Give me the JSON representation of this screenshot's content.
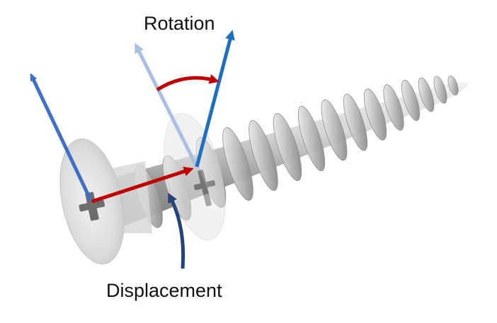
{
  "labels": {
    "rotation": "Rotation",
    "displacement": "Displacement"
  },
  "colors": {
    "background": "#ffffff",
    "arrow_blue": "#3f6fc7",
    "arrow_blue_dark": "#1f6fbf",
    "arrow_blue_faded": "#a9bfe2",
    "arrow_red": "#c00000",
    "pointer_navy": "#25427a",
    "screw_metal": "#c9c9c9",
    "screw_shadow": "#8d8d8d"
  },
  "icons": {
    "screw": "screw-illustration",
    "screw_ghost": "screw-head-ghost",
    "rotation_arrow": "curved-arrow-icon",
    "displacement_arrow": "straight-arrow-icon",
    "pointer": "curved-pointer-icon"
  }
}
